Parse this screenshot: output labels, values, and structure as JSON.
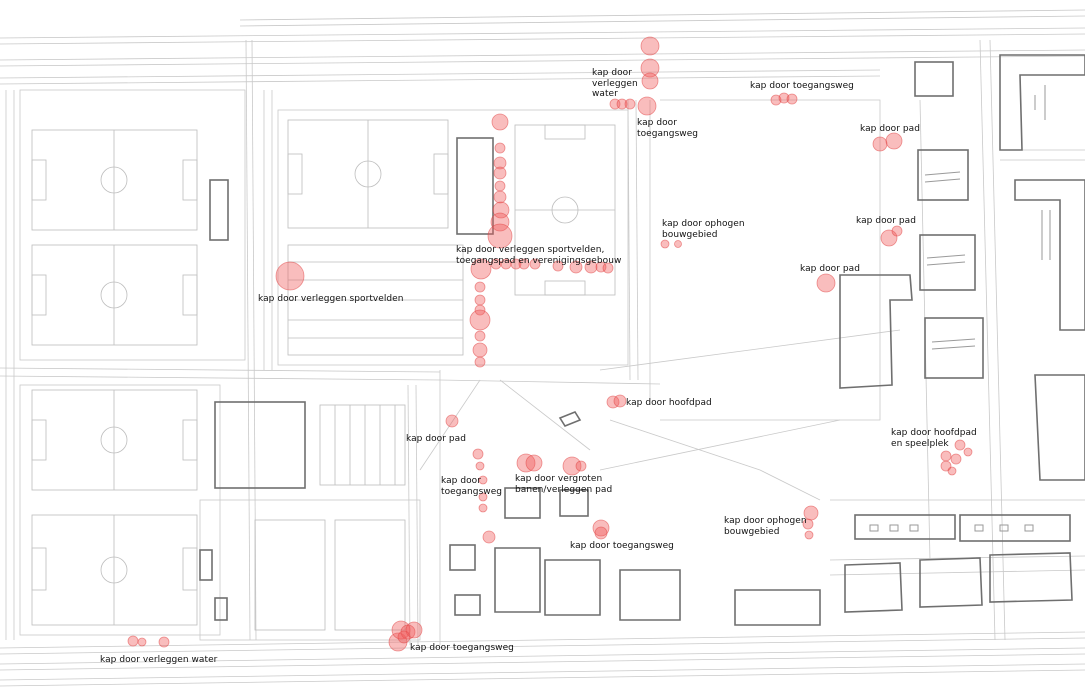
{
  "marker_color": "#f05a5a",
  "labels": [
    {
      "id": "label-kap-verleggen-water-top",
      "text": "kap door\nverleggen\nwater"
    },
    {
      "id": "label-kap-toegangsweg-top-center",
      "text": "kap door\ntoegangsweg"
    },
    {
      "id": "label-kap-toegangsweg-top-right",
      "text": "kap door toegangsweg"
    },
    {
      "id": "label-kap-pad-1",
      "text": "kap door pad"
    },
    {
      "id": "label-kap-ophogen-bouwgebied-north",
      "text": "kap door ophogen\nbouwgebied"
    },
    {
      "id": "label-kap-pad-2",
      "text": "kap door pad"
    },
    {
      "id": "label-kap-verleggen-sportvelden-combo",
      "text": "kap door verleggen sportvelden,\ntoegangspad en verenigingsgebouw"
    },
    {
      "id": "label-kap-pad-3",
      "text": "kap door pad"
    },
    {
      "id": "label-kap-verleggen-sportvelden",
      "text": "kap door verleggen sportvelden"
    },
    {
      "id": "label-kap-hoofdpad",
      "text": "kap door hoofdpad"
    },
    {
      "id": "label-kap-pad-4",
      "text": "kap door pad"
    },
    {
      "id": "label-kap-hoofdpad-speelplek",
      "text": "kap door hoofdpad\nen speelplek"
    },
    {
      "id": "label-kap-toegangsweg-mid",
      "text": "kap door\ntoegangsweg"
    },
    {
      "id": "label-kap-vergroten-banen",
      "text": "kap door vergroten\nbanen/verleggen pad"
    },
    {
      "id": "label-kap-ophogen-bouwgebied-south",
      "text": "kap door ophogen\nbouwgebied"
    },
    {
      "id": "label-kap-toegangsweg-south",
      "text": "kap door toegangsweg"
    },
    {
      "id": "label-kap-verleggen-water-bottom",
      "text": "kap door verleggen water"
    },
    {
      "id": "label-kap-toegangsweg-bottom",
      "text": "kap door toegangsweg"
    }
  ]
}
